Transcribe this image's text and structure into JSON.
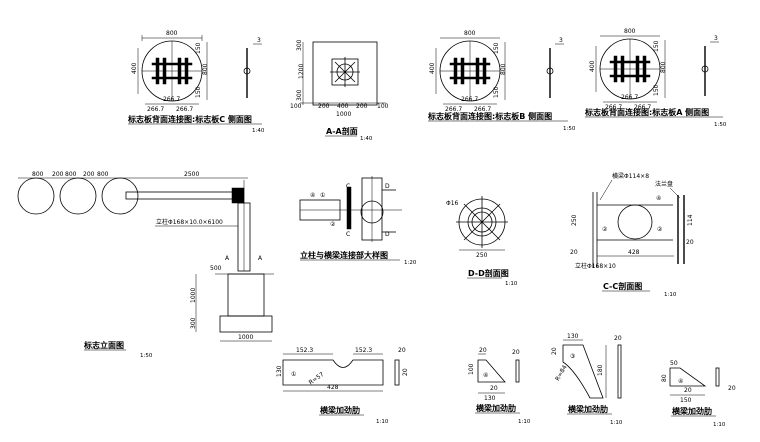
{
  "sheet": {
    "views": [
      {
        "id": "boardC",
        "title": "标志板背面连接图:标志板C  侧面图",
        "scale": "1:40",
        "dims": {
          "top": "800",
          "left": "400",
          "right1": "150",
          "right2": "800",
          "right3": "150",
          "bl1": "266.7",
          "bl2": "266.7",
          "bm": "266.7"
        },
        "side_thk": "3"
      },
      {
        "id": "section_aa",
        "title": "A-A剖面",
        "scale": "1:40",
        "dims": {
          "l1": "300",
          "l2": "1200",
          "l3": "300",
          "b1": "100",
          "b2": "200",
          "b3": "400",
          "b4": "200",
          "b5": "100",
          "bt": "1000"
        }
      },
      {
        "id": "boardB",
        "title": "标志板背面连接图:标志板B  侧面图",
        "scale": "1:50",
        "dims": {
          "top": "800",
          "left": "400",
          "right1": "150",
          "right2": "800",
          "right3": "150",
          "bl1": "266.7",
          "bl2": "266.7",
          "bm": "266.7"
        },
        "side_thk": "3"
      },
      {
        "id": "boardA",
        "title": "标志板背面连接图:标志板A  侧面图",
        "scale": "1:50",
        "dims": {
          "top": "800",
          "left": "400",
          "right1": "150",
          "right2": "800",
          "right3": "150",
          "bl1": "266.7",
          "bl2": "266.7",
          "bm": "266.7"
        },
        "side_thk": "3"
      },
      {
        "id": "elevation",
        "title": "标志立面图",
        "scale": "1:50",
        "dims": {
          "d1": "800",
          "d2": "200",
          "d3": "800",
          "d4": "200",
          "d5": "800",
          "d6": "2500",
          "base_w": "500",
          "h1": "1000",
          "h2": "300",
          "foot": "1000"
        },
        "column": "立柱Φ168×10.0×6100",
        "sec_a": "A"
      },
      {
        "id": "joint",
        "title": "立柱与横梁连接部大样图",
        "scale": "1:20",
        "labels": [
          "C",
          "D",
          "C",
          "D"
        ],
        "marks": [
          "④",
          "①",
          "②"
        ]
      },
      {
        "id": "section_dd",
        "title": "D-D剖面图",
        "scale": "1:10",
        "dims": {
          "d": "Φ16",
          "w": "250"
        }
      },
      {
        "id": "section_cc",
        "title": "C-C剖面图",
        "scale": "1:10",
        "labels": {
          "beam": "横梁Φ114×8",
          "flange": "法兰盘",
          "column": "立柱Φ168×10"
        },
        "dims": {
          "h1": "250",
          "h2": "114",
          "w": "428",
          "e1": "20",
          "e2": "20"
        }
      },
      {
        "id": "rib1",
        "title": "横梁加劲肋",
        "scale": "1:10",
        "dims": {
          "a": "152.3",
          "b": "152.3",
          "c": "20",
          "h": "130",
          "w": "428",
          "r": "R=57",
          "t": "20"
        }
      },
      {
        "id": "rib2",
        "title": "横梁加劲肋",
        "scale": "1:10",
        "dims": {
          "a": "20",
          "h": "100",
          "b": "20",
          "c": "130",
          "t": "20"
        }
      },
      {
        "id": "rib3",
        "title": "横梁加劲肋",
        "scale": "1:10",
        "dims": {
          "a": "130",
          "b": "20",
          "r": "R=84",
          "h": "180",
          "t": "20"
        }
      },
      {
        "id": "rib4",
        "title": "横梁加劲肋",
        "scale": "1:10",
        "dims": {
          "a": "50",
          "h": "80",
          "b": "20",
          "c": "150",
          "t": "20"
        }
      }
    ],
    "mark1": "①",
    "mark2": "②",
    "mark3": "③",
    "mark4": "④"
  }
}
